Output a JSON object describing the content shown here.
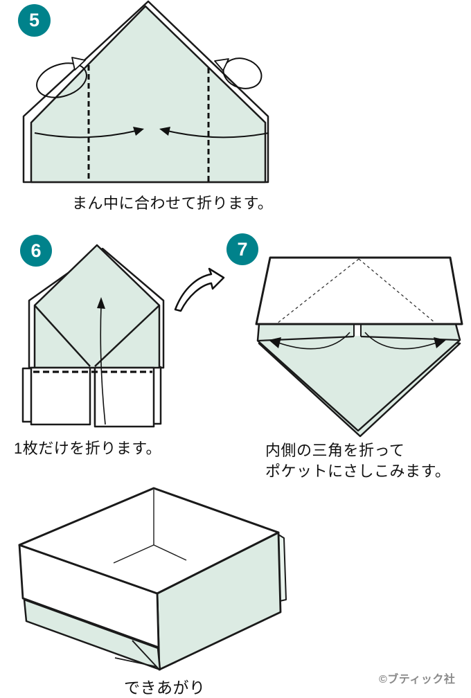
{
  "colors": {
    "accent_teal": "#00828b",
    "paper_mint": "#dcebe3",
    "paper_mint_light": "#e9f3ed",
    "line_black": "#1a1a1a",
    "copyright_gray": "#8a8a8a"
  },
  "icons": {
    "turn_over_arrow": "loop-arrow",
    "fold_arrow": "curved-arrow",
    "next_step_arrow": "swoosh-outline-arrow"
  },
  "steps": {
    "step5": {
      "number": "5",
      "caption": "まん中に合わせて折ります。"
    },
    "step6": {
      "number": "6",
      "caption": "1枚だけを折ります。"
    },
    "step7": {
      "number": "7",
      "caption_line1": "内側の三角を折って",
      "caption_line2": "ポケットにさしこみます。"
    }
  },
  "result": {
    "caption": "できあがり"
  },
  "footer": {
    "copyright": "©ブティック社"
  }
}
